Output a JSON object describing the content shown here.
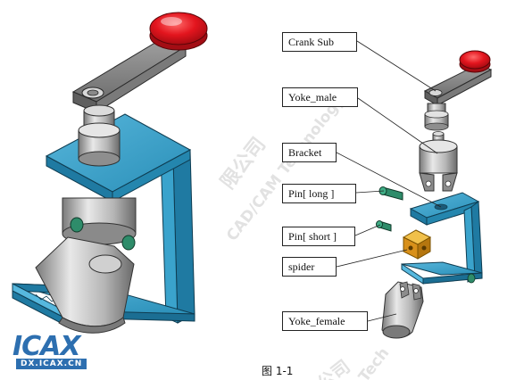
{
  "figure": {
    "caption": "图 1-1",
    "colors": {
      "bracket": "#2f9ac3",
      "bracket_dark": "#1c6f93",
      "metal_light": "#e2e2e2",
      "metal_mid": "#9c9c9c",
      "metal_dark": "#555555",
      "knob": "#e3151e",
      "pin": "#2e8c6a",
      "spider": "#e3a21a",
      "line": "#222222"
    }
  },
  "callouts": [
    {
      "id": "crank-sub",
      "label": "Crank  Sub"
    },
    {
      "id": "yoke-male",
      "label": "Yoke_male"
    },
    {
      "id": "bracket",
      "label": "Bracket"
    },
    {
      "id": "pin-long",
      "label": "Pin[ long ]"
    },
    {
      "id": "pin-short",
      "label": "Pin[ short ]"
    },
    {
      "id": "spider",
      "label": "spider"
    },
    {
      "id": "yoke-female",
      "label": "Yoke_female"
    }
  ],
  "watermark": {
    "company": "限公司",
    "tech": "CAD/CAM Technology",
    "tech2": "公司",
    "tech3": "Tech"
  },
  "logo": {
    "name": "ICAX",
    "url": "DX.ICAX.CN"
  }
}
